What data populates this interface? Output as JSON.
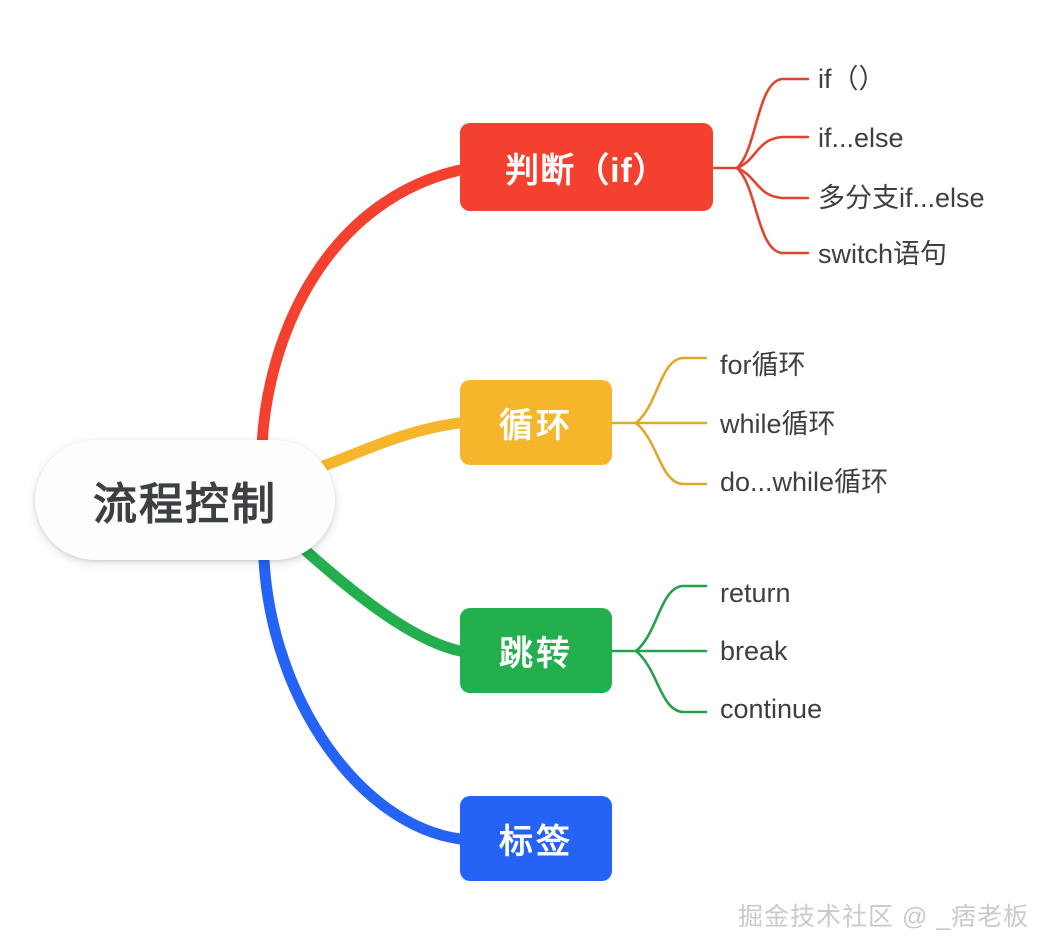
{
  "diagram": {
    "type": "mindmap",
    "background_color": "#ffffff",
    "root": {
      "label": "流程控制",
      "text_color": "#3c4043",
      "fill_color": "#fdfdfc"
    },
    "branches": [
      {
        "id": "if",
        "label": "判断（if）",
        "color": "#f4402e",
        "text_color": "#ffffff",
        "children": [
          {
            "label": "if（）"
          },
          {
            "label": "if...else"
          },
          {
            "label": "多分支if...else"
          },
          {
            "label": "switch语句"
          }
        ]
      },
      {
        "id": "loop",
        "label": "循环",
        "color": "#f6b62c",
        "text_color": "#ffffff",
        "children": [
          {
            "label": "for循环"
          },
          {
            "label": "while循环"
          },
          {
            "label": "do...while循环"
          }
        ]
      },
      {
        "id": "jump",
        "label": "跳转",
        "color": "#23af4d",
        "text_color": "#ffffff",
        "children": [
          {
            "label": "return"
          },
          {
            "label": "break"
          },
          {
            "label": "continue"
          }
        ]
      },
      {
        "id": "label",
        "label": "标签",
        "color": "#2563f6",
        "text_color": "#ffffff",
        "children": []
      }
    ],
    "leaf_text_color": "#3c4043"
  },
  "watermark": {
    "text": "掘金技术社区 @ _痞老板",
    "color": "#c9cacc"
  }
}
